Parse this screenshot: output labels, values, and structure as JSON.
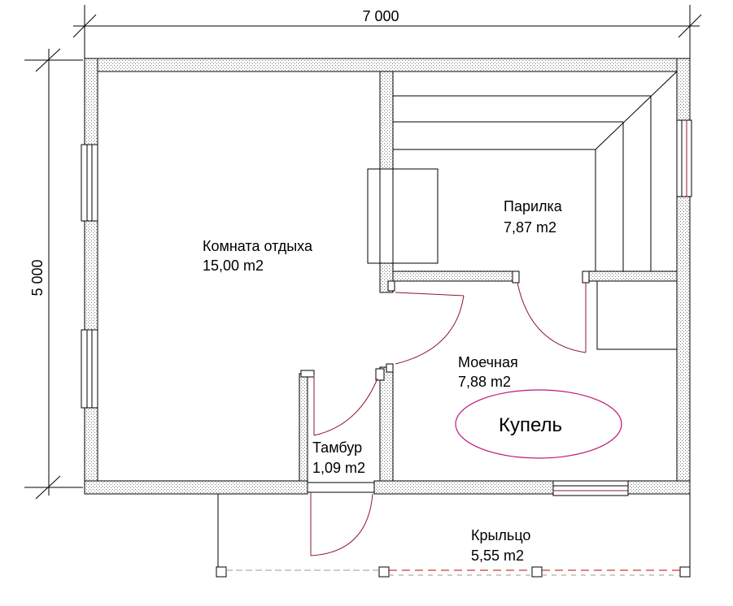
{
  "dimensions": {
    "width": "7 000",
    "height": "5 000"
  },
  "rooms": {
    "rest_room": {
      "name": "Комната отдыха",
      "area": "15,00 m2"
    },
    "steam_room": {
      "name": "Парилка",
      "area": "7,87 m2"
    },
    "washing_room": {
      "name": "Моечная",
      "area": "7,88 m2"
    },
    "vestibule": {
      "name": "Тамбур",
      "area": "1,09 m2"
    },
    "porch": {
      "name": "Крыльцо",
      "area": "5,55 m2"
    }
  },
  "fixtures": {
    "plunge_pool": "Купель"
  },
  "colors": {
    "wall_line": "#000000",
    "wall_fill": "#d2d2d2",
    "door_swing": "#8b1a2b",
    "plunge_pool": "#c0147a",
    "porch_rail": "#cc0000"
  }
}
